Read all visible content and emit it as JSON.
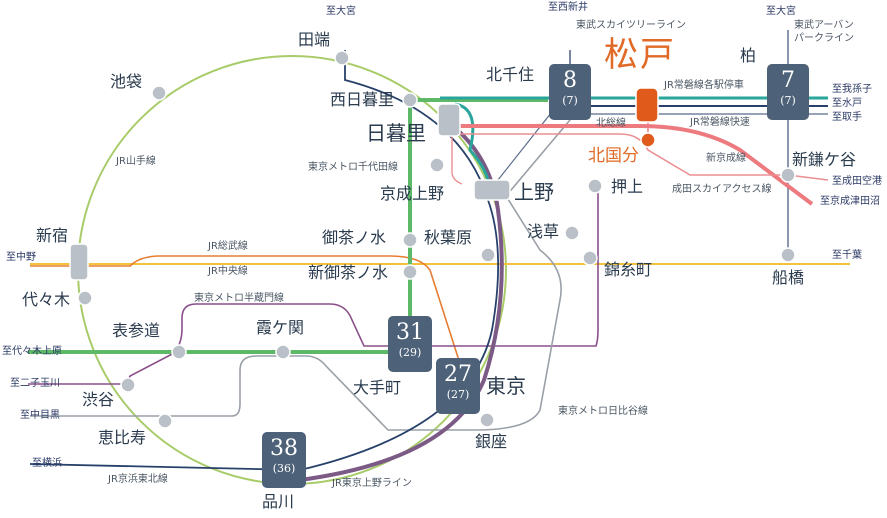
{
  "colors": {
    "yamanote": "#a9cc6b",
    "keihin_tohoku": "#27416a",
    "ueno_tokyo_line": "#7b5a86",
    "chiyoda": "#5db867",
    "joban_local": "#2aa59b",
    "joban_rapid": "#27416a",
    "skytree": "#5b6b8c",
    "narita_access": "#ec7a7e",
    "keisei": "#ec8f93",
    "hanzomon": "#8a4f8a",
    "hibiya": "#9aa0a8",
    "sobu": "#f2c23c",
    "chuo": "#e77d33",
    "matsudo": "#e05a1c",
    "box": "#4d6278",
    "station_dot": "#b9c0c7"
  },
  "hero": {
    "name": "松戸"
  },
  "stations": {
    "tabata": "田端",
    "ikebukuro": "池袋",
    "nishinippori": "西日暮里",
    "nippori": "日暮里",
    "keisei_ueno": "京成上野",
    "ueno": "上野",
    "shinjuku": "新宿",
    "yoyogi": "代々木",
    "ochanomizu": "御茶ノ水",
    "shin_ochanomizu": "新御茶ノ水",
    "akihabara": "秋葉原",
    "asakusa": "浅草",
    "kinshicho": "錦糸町",
    "oshiage": "押上",
    "kitasenju": "北千住",
    "kashiwa": "柏",
    "kitakokubun": "北国分",
    "shin_kamagaya": "新鎌ケ谷",
    "funabashi": "船橋",
    "omotesando": "表参道",
    "kasumigaseki": "霞ケ関",
    "otemachi": "大手町",
    "tokyo": "東京",
    "shibuya": "渋谷",
    "ebisu": "恵比寿",
    "ginza": "銀座",
    "shinagawa": "品川"
  },
  "times": {
    "kitasenju": {
      "main": "8",
      "sub": "(7)"
    },
    "kashiwa": {
      "main": "7",
      "sub": "(7)"
    },
    "otemachi": {
      "main": "31",
      "sub": "(29)"
    },
    "tokyo": {
      "main": "27",
      "sub": "(27)"
    },
    "shinagawa": {
      "main": "38",
      "sub": "(36)"
    }
  },
  "lines": {
    "yamanote": "JR山手線",
    "chiyoda": "東京メトロ千代田線",
    "sobu": "JR総武線",
    "chuo": "JR中央線",
    "hanzomon": "東京メトロ半蔵門線",
    "hibiya": "東京メトロ日比谷線",
    "keihin_tohoku": "JR京浜東北線",
    "ueno_tokyo": "JR東京上野ライン",
    "skytree": "東武スカイツリーライン",
    "urban_park_1": "東武アーバン",
    "urban_park_2": "パークライン",
    "joban_local": "JR常磐線各駅停車",
    "joban_rapid": "JR常磐線快速",
    "hokuso": "北総線",
    "shin_keisei": "新京成線",
    "narita_access": "成田スカイアクセス線"
  },
  "destinations": {
    "omiya_left": "至大宮",
    "nishiarai": "至西新井",
    "omiya_right": "至大宮",
    "abiko": "至我孫子",
    "mito": "至水戸",
    "toride": "至取手",
    "narita_airport": "至成田空港",
    "keisei_tsudanuma": "至京成津田沼",
    "nakano": "至中野",
    "chiba": "至千葉",
    "yoyogi_uehara": "至代々木上原",
    "futakotamagawa": "至二子玉川",
    "nakameguro": "至中目黒",
    "yokohama": "至横浜"
  }
}
